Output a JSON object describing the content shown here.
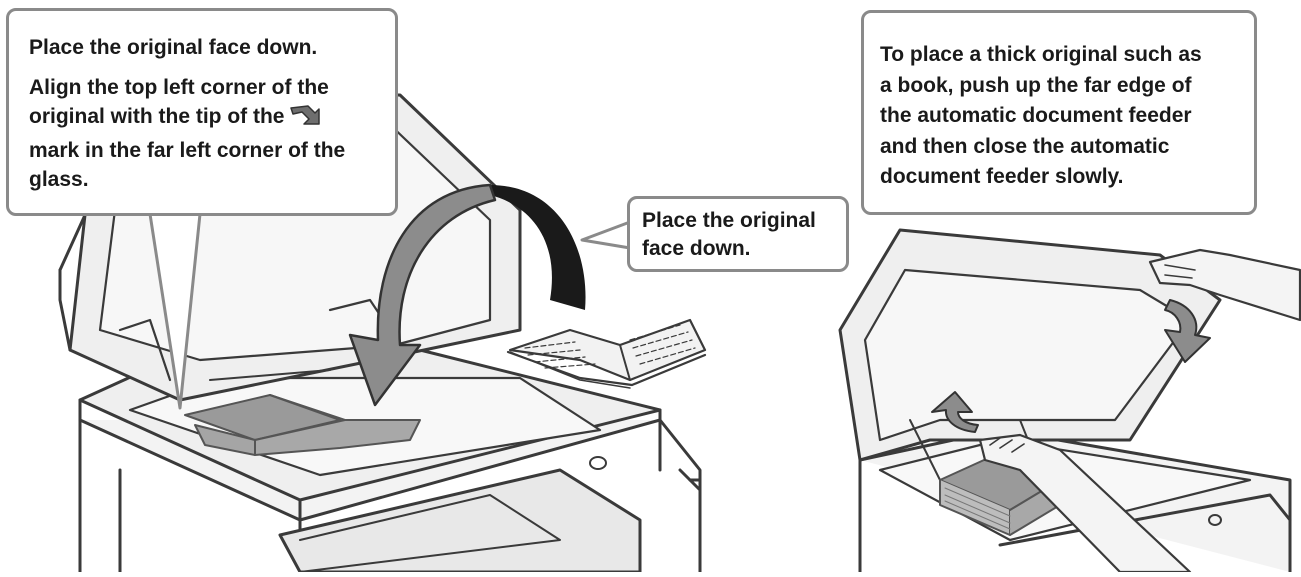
{
  "callouts": {
    "left": {
      "line1": "Place the original face down.",
      "line2": "Align the top left corner of the",
      "line3a": "original with the tip of the",
      "line4": "mark in the far left corner of the",
      "line5": "glass."
    },
    "middle": {
      "line1": "Place the original",
      "line2": "face down."
    },
    "right": {
      "line1": "To place a thick original such as",
      "line2": "a book, push up the far edge of",
      "line3": "the automatic document feeder",
      "line4": "and then close the automatic",
      "line5": "document feeder slowly."
    }
  },
  "icons": [
    "alignment-arrow-icon",
    "placement-arrow-icon",
    "closing-arrow-icon",
    "lifting-arrow-icon"
  ],
  "colors": {
    "outline": "#3a3a3a",
    "callout_border": "#8a8a8a",
    "document": "#9a9a9a",
    "arrow": "#8c8c8c",
    "machine_fill": "#ececec"
  }
}
